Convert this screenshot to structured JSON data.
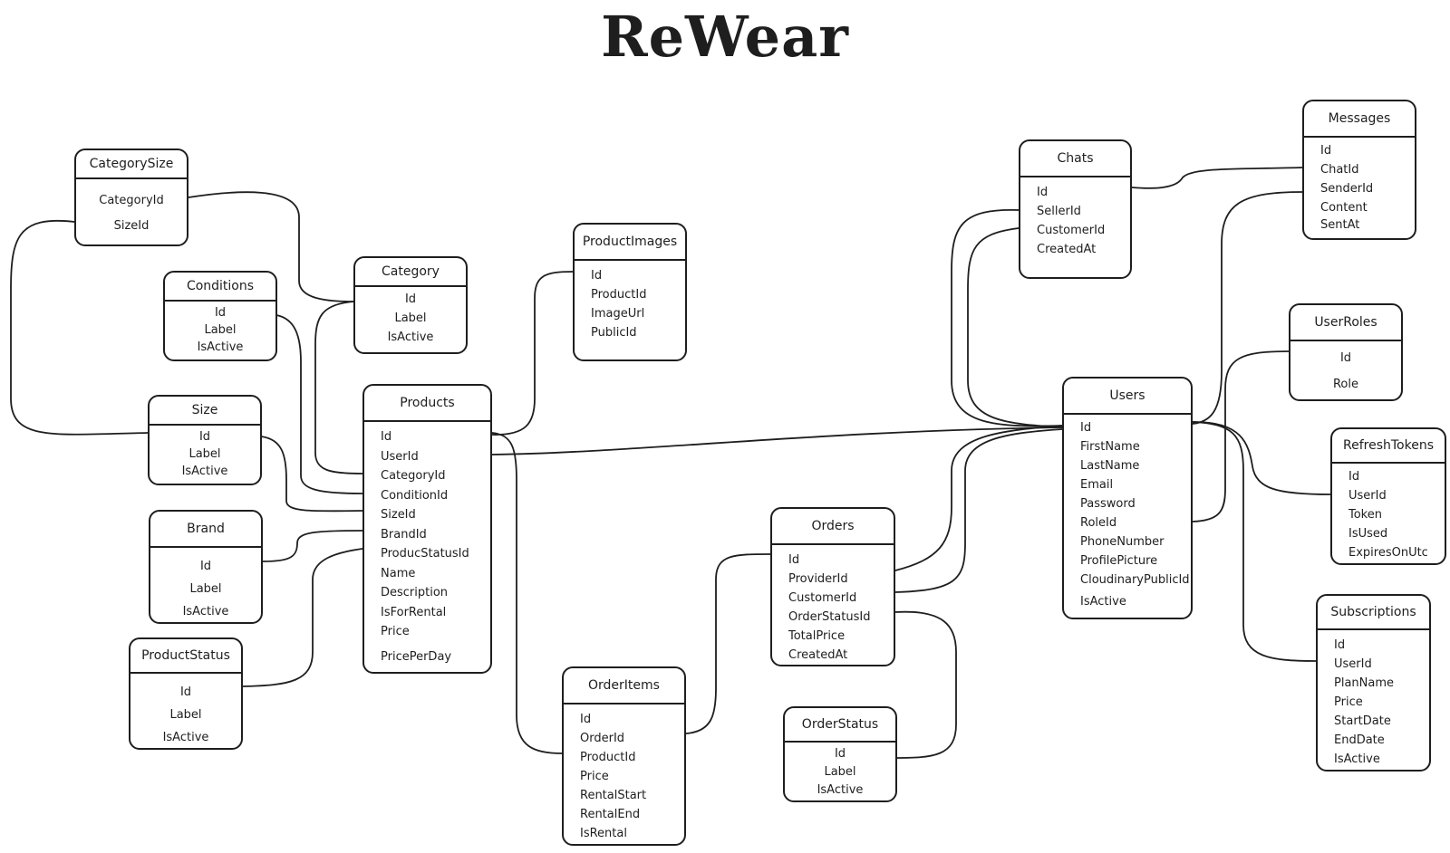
{
  "title": "ReWear",
  "tables": {
    "categorysize": {
      "name": "CategorySize",
      "fields": [
        "CategoryId",
        "SizeId"
      ]
    },
    "conditions": {
      "name": "Conditions",
      "fields": [
        "Id",
        "Label",
        "IsActive"
      ]
    },
    "category": {
      "name": "Category",
      "fields": [
        "Id",
        "Label",
        "IsActive"
      ]
    },
    "size": {
      "name": "Size",
      "fields": [
        "Id",
        "Label",
        "IsActive"
      ]
    },
    "brand": {
      "name": "Brand",
      "fields": [
        "Id",
        "Label",
        "IsActive"
      ]
    },
    "productstatus": {
      "name": "ProductStatus",
      "fields": [
        "Id",
        "Label",
        "IsActive"
      ]
    },
    "products": {
      "name": "Products",
      "fields": [
        "Id",
        "UserId",
        "CategoryId",
        "ConditionId",
        "SizeId",
        "BrandId",
        "ProducStatusId",
        "Name",
        "Description",
        "IsForRental",
        "Price",
        "PricePerDay"
      ]
    },
    "productimages": {
      "name": "ProductImages",
      "fields": [
        "Id",
        "ProductId",
        "ImageUrl",
        "PublicId"
      ]
    },
    "orderitems": {
      "name": "OrderItems",
      "fields": [
        "Id",
        "OrderId",
        "ProductId",
        "Price",
        "RentalStart",
        "RentalEnd",
        "IsRental"
      ]
    },
    "orders": {
      "name": "Orders",
      "fields": [
        "Id",
        "ProviderId",
        "CustomerId",
        "OrderStatusId",
        "TotalPrice",
        "CreatedAt"
      ]
    },
    "orderstatus": {
      "name": "OrderStatus",
      "fields": [
        "Id",
        "Label",
        "IsActive"
      ]
    },
    "chats": {
      "name": "Chats",
      "fields": [
        "Id",
        "SellerId",
        "CustomerId",
        "CreatedAt"
      ]
    },
    "messages": {
      "name": "Messages",
      "fields": [
        "Id",
        "ChatId",
        "SenderId",
        "Content",
        "SentAt"
      ]
    },
    "users": {
      "name": "Users",
      "fields": [
        "Id",
        "FirstName",
        "LastName",
        "Email",
        "Password",
        "RoleId",
        "PhoneNumber",
        "ProfilePicture",
        "CloudinaryPublicId",
        "IsActive"
      ]
    },
    "userroles": {
      "name": "UserRoles",
      "fields": [
        "Id",
        "Role"
      ]
    },
    "refreshtokens": {
      "name": "RefreshTokens",
      "fields": [
        "Id",
        "UserId",
        "Token",
        "IsUsed",
        "ExpiresOnUtc"
      ]
    },
    "subscriptions": {
      "name": "Subscriptions",
      "fields": [
        "Id",
        "UserId",
        "PlanName",
        "Price",
        "StartDate",
        "EndDate",
        "IsActive"
      ]
    }
  }
}
